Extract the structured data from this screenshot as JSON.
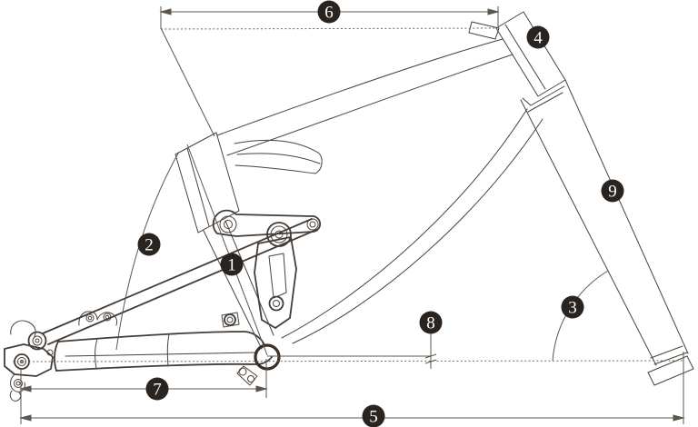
{
  "diagram": {
    "kind": "full-suspension-bike-frame-geometry",
    "callouts": [
      {
        "label": "1"
      },
      {
        "label": "2"
      },
      {
        "label": "3"
      },
      {
        "label": "4"
      },
      {
        "label": "5"
      },
      {
        "label": "6"
      },
      {
        "label": "7"
      },
      {
        "label": "8"
      },
      {
        "label": "9"
      }
    ],
    "colors": {
      "background": "#ffffff",
      "frame_line": "#4a423c",
      "dimension_line": "#5c554e",
      "callout_bg": "#29241f",
      "callout_text": "#ffffff"
    }
  }
}
